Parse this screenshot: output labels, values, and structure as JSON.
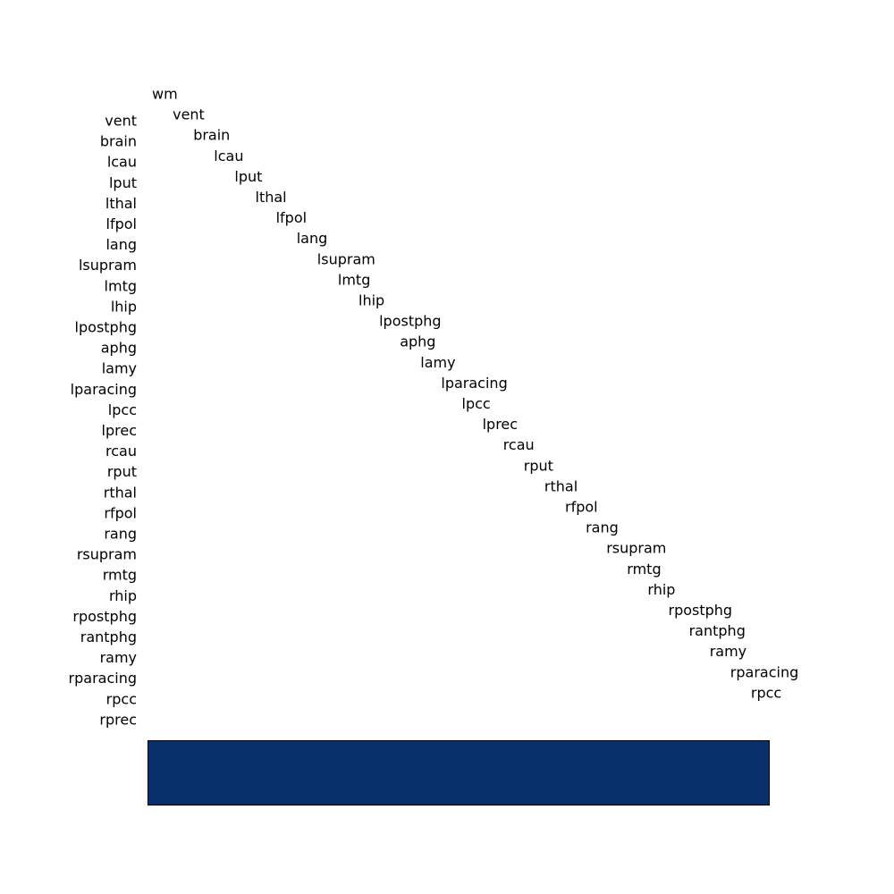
{
  "chart_data": {
    "type": "heatmap",
    "title": "",
    "xlabel": "",
    "ylabel": "",
    "grid": false,
    "colorbar_color": "#08306b",
    "diagonal_labels": [
      "wm",
      "vent",
      "brain",
      "lcau",
      "lput",
      "lthal",
      "lfpol",
      "lang",
      "lsupram",
      "lmtg",
      "lhip",
      "lpostphg",
      "aphg",
      "lamy",
      "lparacing",
      "lpcc",
      "lprec",
      "rcau",
      "rput",
      "rthal",
      "rfpol",
      "rang",
      "rsupram",
      "rmtg",
      "rhip",
      "rpostphg",
      "rantphg",
      "ramy",
      "rparacing",
      "rpcc"
    ],
    "row_labels": [
      "vent",
      "brain",
      "lcau",
      "lput",
      "lthal",
      "lfpol",
      "lang",
      "lsupram",
      "lmtg",
      "lhip",
      "lpostphg",
      "aphg",
      "lamy",
      "lparacing",
      "lpcc",
      "lprec",
      "rcau",
      "rput",
      "rthal",
      "rfpol",
      "rang",
      "rsupram",
      "rmtg",
      "rhip",
      "rpostphg",
      "rantphg",
      "ramy",
      "rparacing",
      "rpcc",
      "rprec"
    ]
  }
}
